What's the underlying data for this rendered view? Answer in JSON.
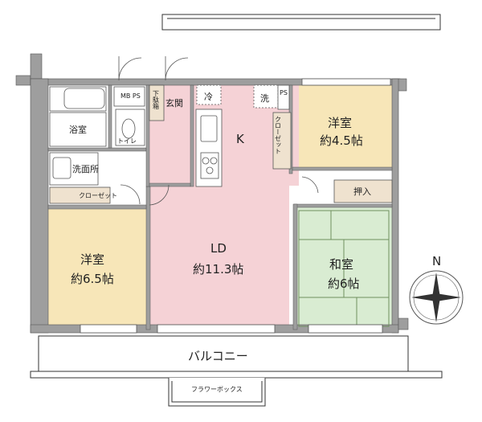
{
  "rooms": {
    "bath": "浴室",
    "toilet": "トイレ",
    "washroom": "洗面所",
    "entrance": "玄関",
    "shoe_box": "下駄箱",
    "mb_ps": "MB PS",
    "fridge": "冷",
    "washer": "洗",
    "kitchen": "K",
    "ps": "PS",
    "closet_small_a": "クローゼット",
    "closet_small_b": "クローゼット",
    "western_north_name": "洋室",
    "western_north_size": "約4.5帖",
    "oshiire": "押入",
    "ld_name": "LD",
    "ld_size": "約11.3帖",
    "western_south_name": "洋室",
    "western_south_size": "約6.5帖",
    "japanese_name": "和室",
    "japanese_size": "約6帖",
    "balcony": "バルコニー",
    "flower_box": "フラワーボックス"
  },
  "compass": {
    "north": "N"
  },
  "colors": {
    "ld": "#f5d2d6",
    "western": "#f7e6b8",
    "japanese": "#d9ecd2",
    "wall": "#9e9e9e",
    "closet": "#efe2cf"
  }
}
